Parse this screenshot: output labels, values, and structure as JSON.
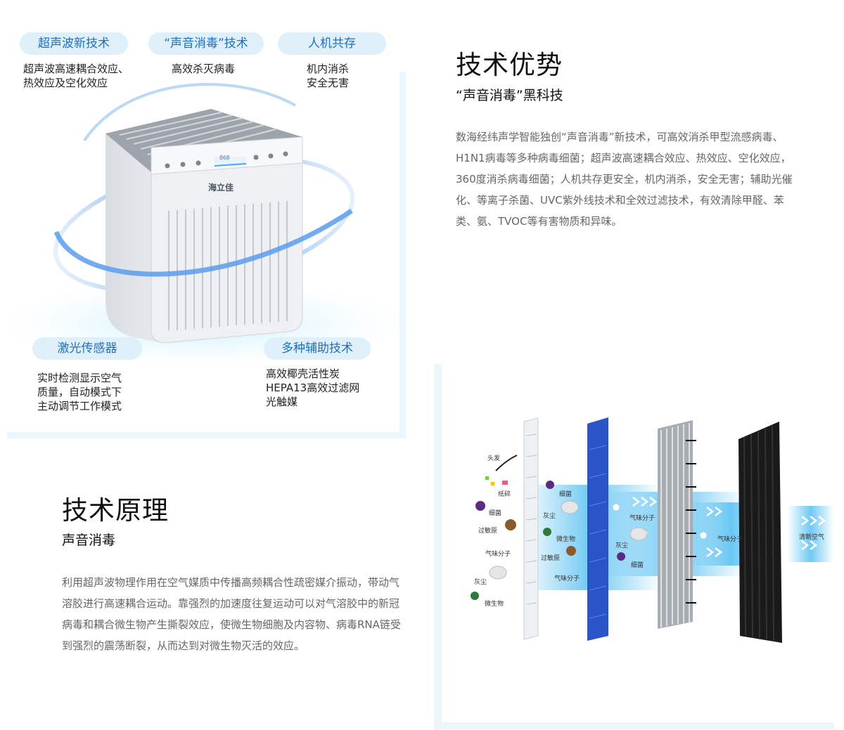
{
  "features": [
    {
      "title": "超声波新技术",
      "desc": "超声波高速耦合效应、\n热效应及空化效应"
    },
    {
      "title": "“声音消毒”技术",
      "desc": "高效杀灭病毒"
    },
    {
      "title": "人机共存",
      "desc": "机内消杀\n安全无害"
    },
    {
      "title": "激光传感器",
      "desc": "实时检测显示空气\n质量，自动模式下\n主动调节工作模式"
    },
    {
      "title": "多种辅助技术",
      "desc": "高效椰壳活性炭\nHEPA13高效过滤网\n光触媒"
    }
  ],
  "product": {
    "brand": "海立佳",
    "display": "068"
  },
  "advantage": {
    "title": "技术优势",
    "subtitle": "“声音消毒”黑科技",
    "body": "数海经纬声学智能独创“声音消毒”新技术，可高效消杀甲型流感病毒、H1N1病毒等多种病毒细菌；超声波高速耦合效应、热效应、空化效应，360度消杀病毒细菌；人机共存更安全，机内消杀，安全无害；辅助光催化、等离子杀菌、UVC紫外线技术和全效过滤技术，有效清除甲醛、苯类、氨、TVOC等有害物质和异味。"
  },
  "principle": {
    "title": "技术原理",
    "subtitle": "声音消毒",
    "body": "利用超声波物理作用在空气媒质中传播高频耦合性疏密媒介振动，带动气溶胶进行高速耦合运动。靠强烈的加速度往复运动可以对气溶胶中的新冠病毒和耦合微生物产生撕裂效应，使微生物细胞及内容物、病毒RNA链受到强烈的震荡断裂，从而达到对微生物灭活的效应。"
  },
  "filter_diagram": {
    "labels": {
      "hair": "头发",
      "paper": "纸碎",
      "bacteria1": "细菌",
      "allergen1": "过敏原",
      "odor1": "气味分子",
      "dust1": "灰尘",
      "microbe1": "微生物",
      "bacteria2": "细菌",
      "dust2": "灰尘",
      "microbe2": "微生物",
      "allergen2": "过敏原",
      "odor2": "气味分子",
      "odor3": "气味分子",
      "dust3": "灰尘",
      "bacteria3": "细菌",
      "odor4": "气味分子",
      "fresh": "清新空气"
    },
    "colors": {
      "hepa_blue": "#2a55c8",
      "carbon": "#1a1a1a",
      "airflow": "#3fb7f0"
    }
  }
}
